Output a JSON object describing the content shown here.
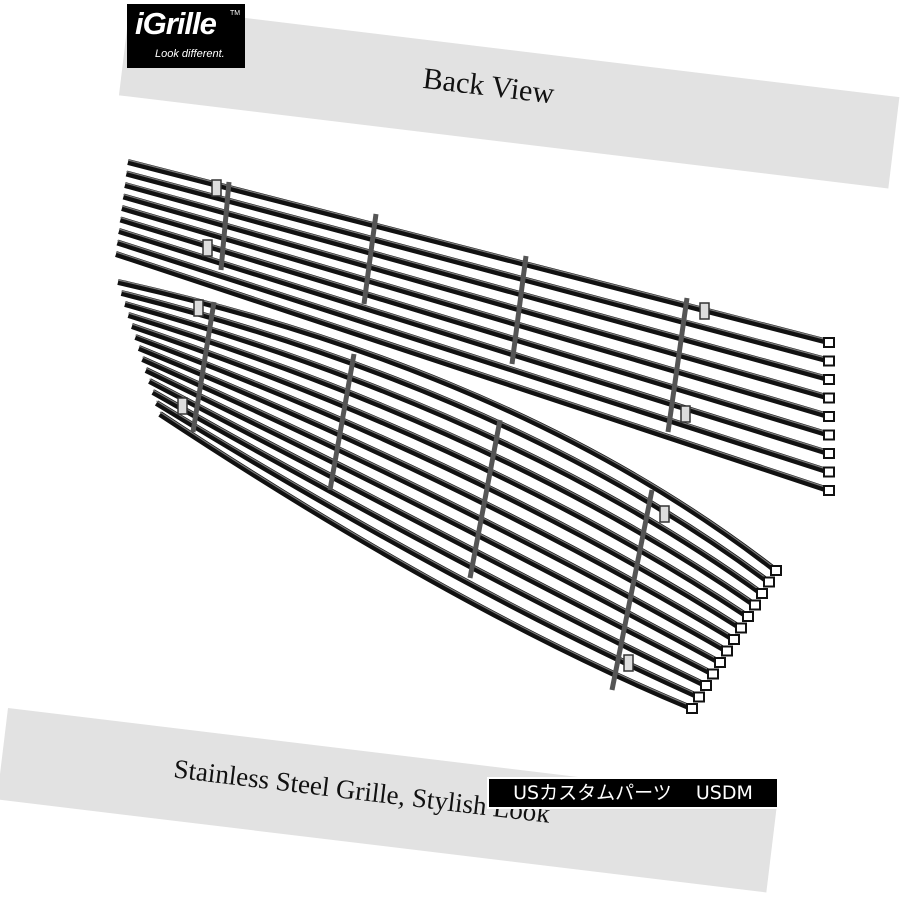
{
  "logo": {
    "name": "iGrille",
    "trademark": "TM",
    "tagline": "Look different."
  },
  "top_banner": {
    "text": "Back View"
  },
  "bottom_banner": {
    "text": "Stainless Steel Grille, Stylish Look"
  },
  "watermark": {
    "text": "USカスタムパーツ    USDM"
  },
  "colors": {
    "banner": "#e2e2e2",
    "bar": "#111111",
    "bar_highlight": "#7a7a7a",
    "post": "#555555",
    "logo_background": "#000000"
  }
}
